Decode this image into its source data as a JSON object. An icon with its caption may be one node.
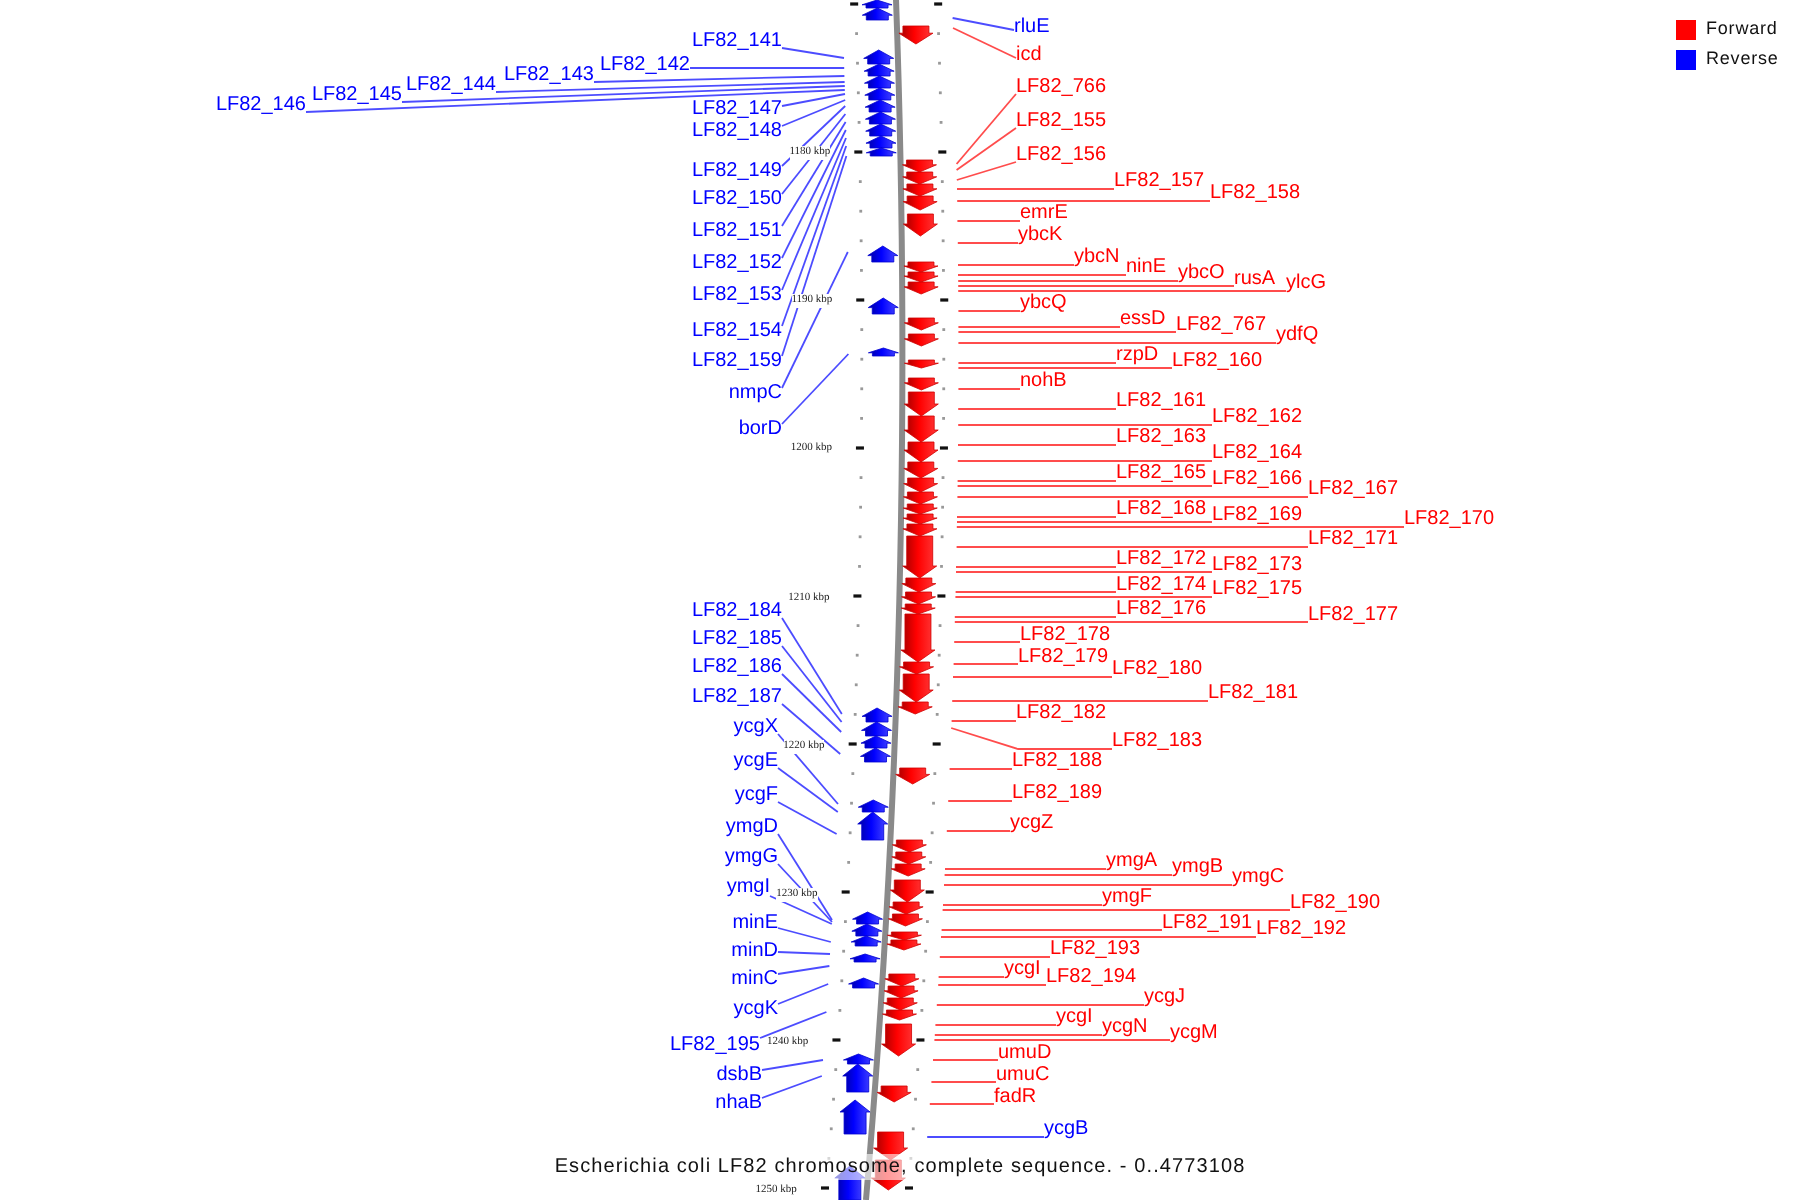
{
  "diagram": {
    "caption": "Escherichia coli LF82 chromosome, complete sequence. - 0..4773108",
    "nodes": [
      {
        "text": [
          "LF82_141"
        ]
      },
      {
        "text": [
          "LF82_142"
        ]
      },
      {
        "text": [
          "LF82_143"
        ]
      },
      {
        "text": [
          "LF82_144"
        ]
      },
      {
        "text": [
          "LF82_145"
        ]
      },
      {
        "text": [
          "LF82_146"
        ]
      },
      {
        "text": [
          "LF82_147"
        ]
      },
      {
        "text": [
          "LF82_148"
        ]
      },
      {
        "text": [
          "LF82_149"
        ]
      },
      {
        "text": [
          "LF82_150"
        ]
      },
      {
        "text": [
          "LF82_151"
        ]
      },
      {
        "text": [
          "LF82_152"
        ]
      },
      {
        "text": [
          "LF82_153"
        ]
      },
      {
        "text": [
          "LF82_154"
        ]
      },
      {
        "text": [
          "LF82_159"
        ]
      },
      {
        "text": [
          "nmpC"
        ]
      },
      {
        "text": [
          "borD"
        ]
      },
      {
        "text": [
          "LF82_184"
        ]
      },
      {
        "text": [
          "LF82_185"
        ]
      },
      {
        "text": [
          "LF82_186"
        ]
      },
      {
        "text": [
          "LF82_187"
        ]
      },
      {
        "text": [
          "ycgX"
        ]
      },
      {
        "text": [
          "ycgE"
        ]
      },
      {
        "text": [
          "ycgF"
        ]
      },
      {
        "text": [
          "ymgD"
        ]
      },
      {
        "text": [
          "ymgG"
        ]
      },
      {
        "text": [
          "ymgI"
        ]
      },
      {
        "text": [
          "minE"
        ]
      },
      {
        "text": [
          "minD"
        ]
      },
      {
        "text": [
          "minC"
        ]
      },
      {
        "text": [
          "ycgK"
        ]
      },
      {
        "text": [
          "LF82_195"
        ]
      },
      {
        "text": [
          "dsbB"
        ]
      },
      {
        "text": [
          "nhaB"
        ]
      },
      {
        "text": [
          "rluE"
        ]
      },
      {
        "text": [
          "icd"
        ]
      },
      {
        "text": [
          "LF82_766"
        ]
      },
      {
        "text": [
          "LF82_155"
        ]
      },
      {
        "text": [
          "LF82_156"
        ]
      },
      {
        "text": [
          "LF82_157"
        ]
      },
      {
        "text": [
          "LF82_158"
        ]
      },
      {
        "text": [
          "emrE"
        ]
      },
      {
        "text": [
          "ybcK"
        ]
      },
      {
        "text": [
          "ybcN"
        ]
      },
      {
        "text": [
          "ninE"
        ]
      },
      {
        "text": [
          "ybcO"
        ]
      },
      {
        "text": [
          "rusA"
        ]
      },
      {
        "text": [
          "ylcG"
        ]
      },
      {
        "text": [
          "ybcQ"
        ]
      },
      {
        "text": [
          "essD"
        ]
      },
      {
        "text": [
          "LF82_767"
        ]
      },
      {
        "text": [
          "ydfQ"
        ]
      },
      {
        "text": [
          "rzpD"
        ]
      },
      {
        "text": [
          "LF82_160"
        ]
      },
      {
        "text": [
          "nohB"
        ]
      },
      {
        "text": [
          "LF82_161"
        ]
      },
      {
        "text": [
          "LF82_162"
        ]
      },
      {
        "text": [
          "LF82_163"
        ]
      },
      {
        "text": [
          "LF82_164"
        ]
      },
      {
        "text": [
          "LF82_165"
        ]
      },
      {
        "text": [
          "LF82_166"
        ]
      },
      {
        "text": [
          "LF82_167"
        ]
      },
      {
        "text": [
          "LF82_168"
        ]
      },
      {
        "text": [
          "LF82_169"
        ]
      },
      {
        "text": [
          "LF82_170"
        ]
      },
      {
        "text": [
          "LF82_171"
        ]
      },
      {
        "text": [
          "LF82_172"
        ]
      },
      {
        "text": [
          "LF82_173"
        ]
      },
      {
        "text": [
          "LF82_174"
        ]
      },
      {
        "text": [
          "LF82_175"
        ]
      },
      {
        "text": [
          "LF82_176"
        ]
      },
      {
        "text": [
          "LF82_177"
        ]
      },
      {
        "text": [
          "LF82_178"
        ]
      },
      {
        "text": [
          "LF82_179"
        ]
      },
      {
        "text": [
          "LF82_180"
        ]
      },
      {
        "text": [
          "LF82_181"
        ]
      },
      {
        "text": [
          "LF82_182"
        ]
      },
      {
        "text": [
          "LF82_183"
        ]
      },
      {
        "text": [
          "LF82_188"
        ]
      },
      {
        "text": [
          "LF82_189"
        ]
      },
      {
        "text": [
          "ycgZ"
        ]
      },
      {
        "text": [
          "ymgA"
        ]
      },
      {
        "text": [
          "ymgB"
        ]
      },
      {
        "text": [
          "ymgC"
        ]
      },
      {
        "text": [
          "ymgF"
        ]
      },
      {
        "text": [
          "LF82_190"
        ]
      },
      {
        "text": [
          "LF82_191"
        ]
      },
      {
        "text": [
          "LF82_192"
        ]
      },
      {
        "text": [
          "LF82_193"
        ]
      },
      {
        "text": [
          "ycgI"
        ]
      },
      {
        "text": [
          "LF82_194"
        ]
      },
      {
        "text": [
          "ycgJ"
        ]
      },
      {
        "text": [
          "ycgI"
        ]
      },
      {
        "text": [
          "ycgN"
        ]
      },
      {
        "text": [
          "ycgM"
        ]
      },
      {
        "text": [
          "umuD"
        ]
      },
      {
        "text": [
          "umuC"
        ]
      },
      {
        "text": [
          "fadR"
        ]
      },
      {
        "text": [
          "ycgB"
        ]
      }
    ],
    "edges": [
      {
        "from": 0,
        "to": null,
        "arrow": "none",
        "color": "#0000ff"
      },
      {
        "from": 1,
        "to": null,
        "arrow": "none",
        "color": "#0000ff"
      },
      {
        "from": 2,
        "to": null,
        "arrow": "none",
        "color": "#0000ff"
      },
      {
        "from": 3,
        "to": null,
        "arrow": "none",
        "color": "#0000ff"
      },
      {
        "from": 4,
        "to": null,
        "arrow": "none",
        "color": "#0000ff"
      },
      {
        "from": 5,
        "to": null,
        "arrow": "none",
        "color": "#0000ff"
      },
      {
        "from": 6,
        "to": null,
        "arrow": "none",
        "color": "#0000ff"
      },
      {
        "from": 7,
        "to": null,
        "arrow": "none",
        "color": "#0000ff"
      },
      {
        "from": 8,
        "to": null,
        "arrow": "none",
        "color": "#0000ff"
      },
      {
        "from": 9,
        "to": null,
        "arrow": "none",
        "color": "#0000ff"
      },
      {
        "from": 10,
        "to": null,
        "arrow": "none",
        "color": "#0000ff"
      },
      {
        "from": 11,
        "to": null,
        "arrow": "none",
        "color": "#0000ff"
      },
      {
        "from": 12,
        "to": null,
        "arrow": "none",
        "color": "#0000ff"
      },
      {
        "from": 13,
        "to": null,
        "arrow": "none",
        "color": "#0000ff"
      },
      {
        "from": 14,
        "to": null,
        "arrow": "none",
        "color": "#0000ff"
      },
      {
        "from": 15,
        "to": null,
        "arrow": "none",
        "color": "#0000ff"
      },
      {
        "from": 16,
        "to": null,
        "arrow": "none",
        "color": "#0000ff"
      },
      {
        "from": 17,
        "to": null,
        "arrow": "none",
        "color": "#0000ff"
      },
      {
        "from": 18,
        "to": null,
        "arrow": "none",
        "color": "#0000ff"
      },
      {
        "from": 19,
        "to": null,
        "arrow": "none",
        "color": "#0000ff"
      },
      {
        "from": 20,
        "to": null,
        "arrow": "none",
        "color": "#0000ff"
      },
      {
        "from": 21,
        "to": null,
        "arrow": "none",
        "color": "#0000ff"
      },
      {
        "from": 22,
        "to": null,
        "arrow": "none",
        "color": "#0000ff"
      },
      {
        "from": 23,
        "to": null,
        "arrow": "none",
        "color": "#0000ff"
      },
      {
        "from": 24,
        "to": null,
        "arrow": "none",
        "color": "#0000ff"
      },
      {
        "from": 25,
        "to": null,
        "arrow": "none",
        "color": "#0000ff"
      },
      {
        "from": 26,
        "to": null,
        "arrow": "none",
        "color": "#0000ff"
      },
      {
        "from": 27,
        "to": null,
        "arrow": "none",
        "color": "#0000ff"
      },
      {
        "from": 28,
        "to": null,
        "arrow": "none",
        "color": "#0000ff"
      },
      {
        "from": 29,
        "to": null,
        "arrow": "none",
        "color": "#0000ff"
      },
      {
        "from": 30,
        "to": null,
        "arrow": "none",
        "color": "#0000ff"
      },
      {
        "from": 31,
        "to": null,
        "arrow": "none",
        "color": "#0000ff"
      },
      {
        "from": 32,
        "to": null,
        "arrow": "none",
        "color": "#0000ff"
      },
      {
        "from": 33,
        "to": null,
        "arrow": "none",
        "color": "#0000ff"
      },
      {
        "from": 34,
        "to": null,
        "arrow": "none",
        "color": "#0000ff"
      },
      {
        "from": 35,
        "to": null,
        "arrow": "none"
      },
      {
        "from": 36,
        "to": null,
        "arrow": "none"
      },
      {
        "from": 37,
        "to": null,
        "arrow": "none"
      },
      {
        "from": 38,
        "to": null,
        "arrow": "none"
      },
      {
        "from": 39,
        "to": null,
        "arrow": "none"
      },
      {
        "from": 40,
        "to": null,
        "arrow": "none"
      },
      {
        "from": 41,
        "to": null,
        "arrow": "none"
      },
      {
        "from": 42,
        "to": null,
        "arrow": "none"
      },
      {
        "from": 43,
        "to": null,
        "arrow": "none"
      },
      {
        "from": 44,
        "to": null,
        "arrow": "none"
      },
      {
        "from": 45,
        "to": null,
        "arrow": "none"
      },
      {
        "from": 46,
        "to": null,
        "arrow": "none"
      },
      {
        "from": 47,
        "to": null,
        "arrow": "none"
      },
      {
        "from": 48,
        "to": null,
        "arrow": "none"
      },
      {
        "from": 49,
        "to": null,
        "arrow": "none"
      },
      {
        "from": 50,
        "to": null,
        "arrow": "none"
      },
      {
        "from": 51,
        "to": null,
        "arrow": "none"
      },
      {
        "from": 52,
        "to": null,
        "arrow": "none"
      },
      {
        "from": 53,
        "to": null,
        "arrow": "none"
      },
      {
        "from": 54,
        "to": null,
        "arrow": "none"
      },
      {
        "from": 55,
        "to": null,
        "arrow": "none"
      },
      {
        "from": 56,
        "to": null,
        "arrow": "none"
      },
      {
        "from": 57,
        "to": null,
        "arrow": "none"
      },
      {
        "from": 58,
        "to": null,
        "arrow": "none"
      },
      {
        "from": 59,
        "to": null,
        "arrow": "none"
      },
      {
        "from": 60,
        "to": null,
        "arrow": "none"
      },
      {
        "from": 61,
        "to": null,
        "arrow": "none"
      },
      {
        "from": 62,
        "to": null,
        "arrow": "none"
      },
      {
        "from": 63,
        "to": null,
        "arrow": "none"
      },
      {
        "from": 64,
        "to": null,
        "arrow": "none"
      },
      {
        "from": 65,
        "to": null,
        "arrow": "none"
      },
      {
        "from": 66,
        "to": null,
        "arrow": "none"
      },
      {
        "from": 67,
        "to": null,
        "arrow": "none"
      },
      {
        "from": 68,
        "to": null,
        "arrow": "none"
      },
      {
        "from": 69,
        "to": null,
        "arrow": "none"
      },
      {
        "from": 70,
        "to": null,
        "arrow": "none"
      },
      {
        "from": 71,
        "to": null,
        "arrow": "none"
      },
      {
        "from": 72,
        "to": null,
        "arrow": "none"
      },
      {
        "from": 73,
        "to": null,
        "arrow": "none"
      },
      {
        "from": 74,
        "to": null,
        "arrow": "none"
      },
      {
        "from": 75,
        "to": null,
        "arrow": "none"
      },
      {
        "from": 76,
        "to": null,
        "arrow": "none"
      },
      {
        "from": 77,
        "to": null,
        "arrow": "none"
      },
      {
        "from": 78,
        "to": null,
        "arrow": "none"
      },
      {
        "from": 79,
        "to": null,
        "arrow": "none"
      },
      {
        "from": 80,
        "to": null,
        "arrow": "none"
      },
      {
        "from": 81,
        "to": null,
        "arrow": "none"
      },
      {
        "from": 82,
        "to": null,
        "arrow": "none"
      },
      {
        "from": 83,
        "to": null,
        "arrow": "none"
      },
      {
        "from": 84,
        "to": null,
        "arrow": "none"
      },
      {
        "from": 85,
        "to": null,
        "arrow": "none"
      },
      {
        "from": 86,
        "to": null,
        "arrow": "none"
      },
      {
        "from": 87,
        "to": null,
        "arrow": "none"
      },
      {
        "from": 88,
        "to": null,
        "arrow": "none"
      },
      {
        "from": 89,
        "to": null,
        "arrow": "none"
      },
      {
        "from": 90,
        "to": null,
        "arrow": "none"
      },
      {
        "from": 91,
        "to": null,
        "arrow": "none"
      },
      {
        "from": 92,
        "to": null,
        "arrow": "none"
      },
      {
        "from": 93,
        "to": null,
        "arrow": "none"
      },
      {
        "from": 94,
        "to": null,
        "arrow": "none"
      },
      {
        "from": 95,
        "to": null,
        "arrow": "none"
      },
      {
        "from": 96,
        "to": null,
        "arrow": "none"
      },
      {
        "from": 97,
        "to": null,
        "arrow": "none"
      },
      {
        "from": 98,
        "to": null,
        "arrow": "none",
        "color": "#0000ff"
      }
    ],
    "labels": [
      "1180 kbp",
      "1190 kbp",
      "1200 kbp",
      "1210 kbp",
      "1220 kbp",
      "1230 kbp",
      "1240 kbp",
      "1250 kbp"
    ],
    "legend": [
      {
        "text": "Forward",
        "color": "#ff0000"
      },
      {
        "text": "Reverse",
        "color": "#0000ff"
      }
    ]
  }
}
